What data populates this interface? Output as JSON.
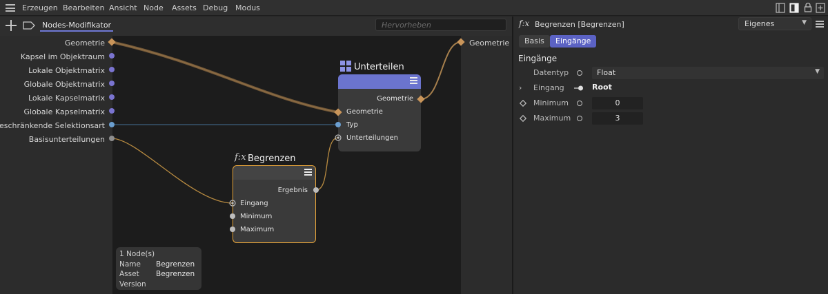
{
  "menu": {
    "items": [
      "Erzeugen",
      "Bearbeiten",
      "Ansicht",
      "Node",
      "Assets",
      "Debug",
      "Modus"
    ]
  },
  "node_editor": {
    "tab_label": "Nodes-Modifikator",
    "search_placeholder": "Hervorheben",
    "inputs": [
      "Geometrie",
      "Kapsel im Objektraum",
      "Lokale Objektmatrix",
      "Globale Objektmatrix",
      "Lokale Kapselmatrix",
      "Globale Kapselmatrix",
      "Beschränkende Selektionsart",
      "Basisunterteilungen"
    ],
    "output": "Geometrie",
    "colors": {
      "geometry_port": "#c9955a",
      "matrix_port": "#7a74d0",
      "type_port": "#6b9fd0",
      "int_port": "#9a9a9a",
      "unterteilen_header": "#6b74cf",
      "selected_border": "#e8a53a"
    }
  },
  "nodes": {
    "unterteilen": {
      "title": "Unterteilen",
      "icon": "grid-icon",
      "output_port": "Geometrie",
      "input_ports": [
        "Geometrie",
        "Typ",
        "Unterteilungen"
      ]
    },
    "begrenzen": {
      "title": "Begrenzen",
      "icon": "fx-icon",
      "output_port": "Ergebnis",
      "input_ports": [
        "Eingang",
        "Minimum",
        "Maximum"
      ]
    }
  },
  "info": {
    "count": "1 Node(s)",
    "name_key": "Name",
    "name_value": "Begrenzen",
    "asset_key": "Asset",
    "asset_value": "Begrenzen",
    "version_key": "Version"
  },
  "attributes": {
    "title": "Begrenzen [Begrenzen]",
    "mode": "Eigenes",
    "tabs": [
      "Basis",
      "Eingänge"
    ],
    "section": "Eingänge",
    "rows": {
      "datentyp_label": "Datentyp",
      "datentyp_value": "Float",
      "eingang_label": "Eingang",
      "eingang_value": "Root",
      "minimum_label": "Minimum",
      "minimum_value": "0",
      "maximum_label": "Maximum",
      "maximum_value": "3"
    }
  }
}
